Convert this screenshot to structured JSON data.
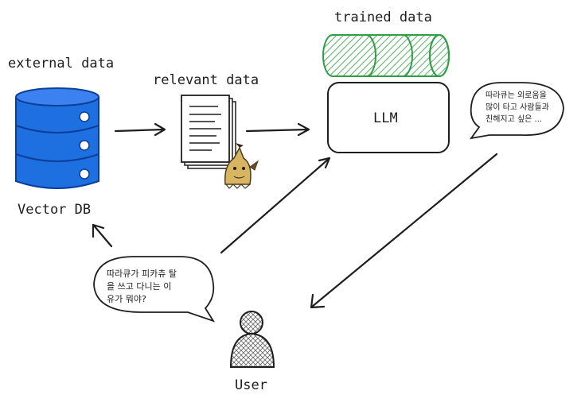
{
  "labels": {
    "external_data": "external data",
    "relevant_data": "relevant data",
    "trained_data": "trained data",
    "vector_db": "Vector DB",
    "llm": "LLM",
    "user": "User"
  },
  "bubbles": {
    "question_lines": [
      "따라큐가 피카츄 탈",
      "을 쓰고 다니는 이",
      "유가 뭐야?"
    ],
    "answer_lines": [
      "따라큐는 외로움을",
      "많이 타고 사람들과",
      "친해지고 싶은 ..."
    ]
  },
  "colors": {
    "db_fill": "#1e6fe0",
    "db_stroke": "#0b3f99",
    "cylinder_fill": "#2f9e44",
    "stroke": "#1e1e1e",
    "user_fill": "#8a8a8a"
  }
}
